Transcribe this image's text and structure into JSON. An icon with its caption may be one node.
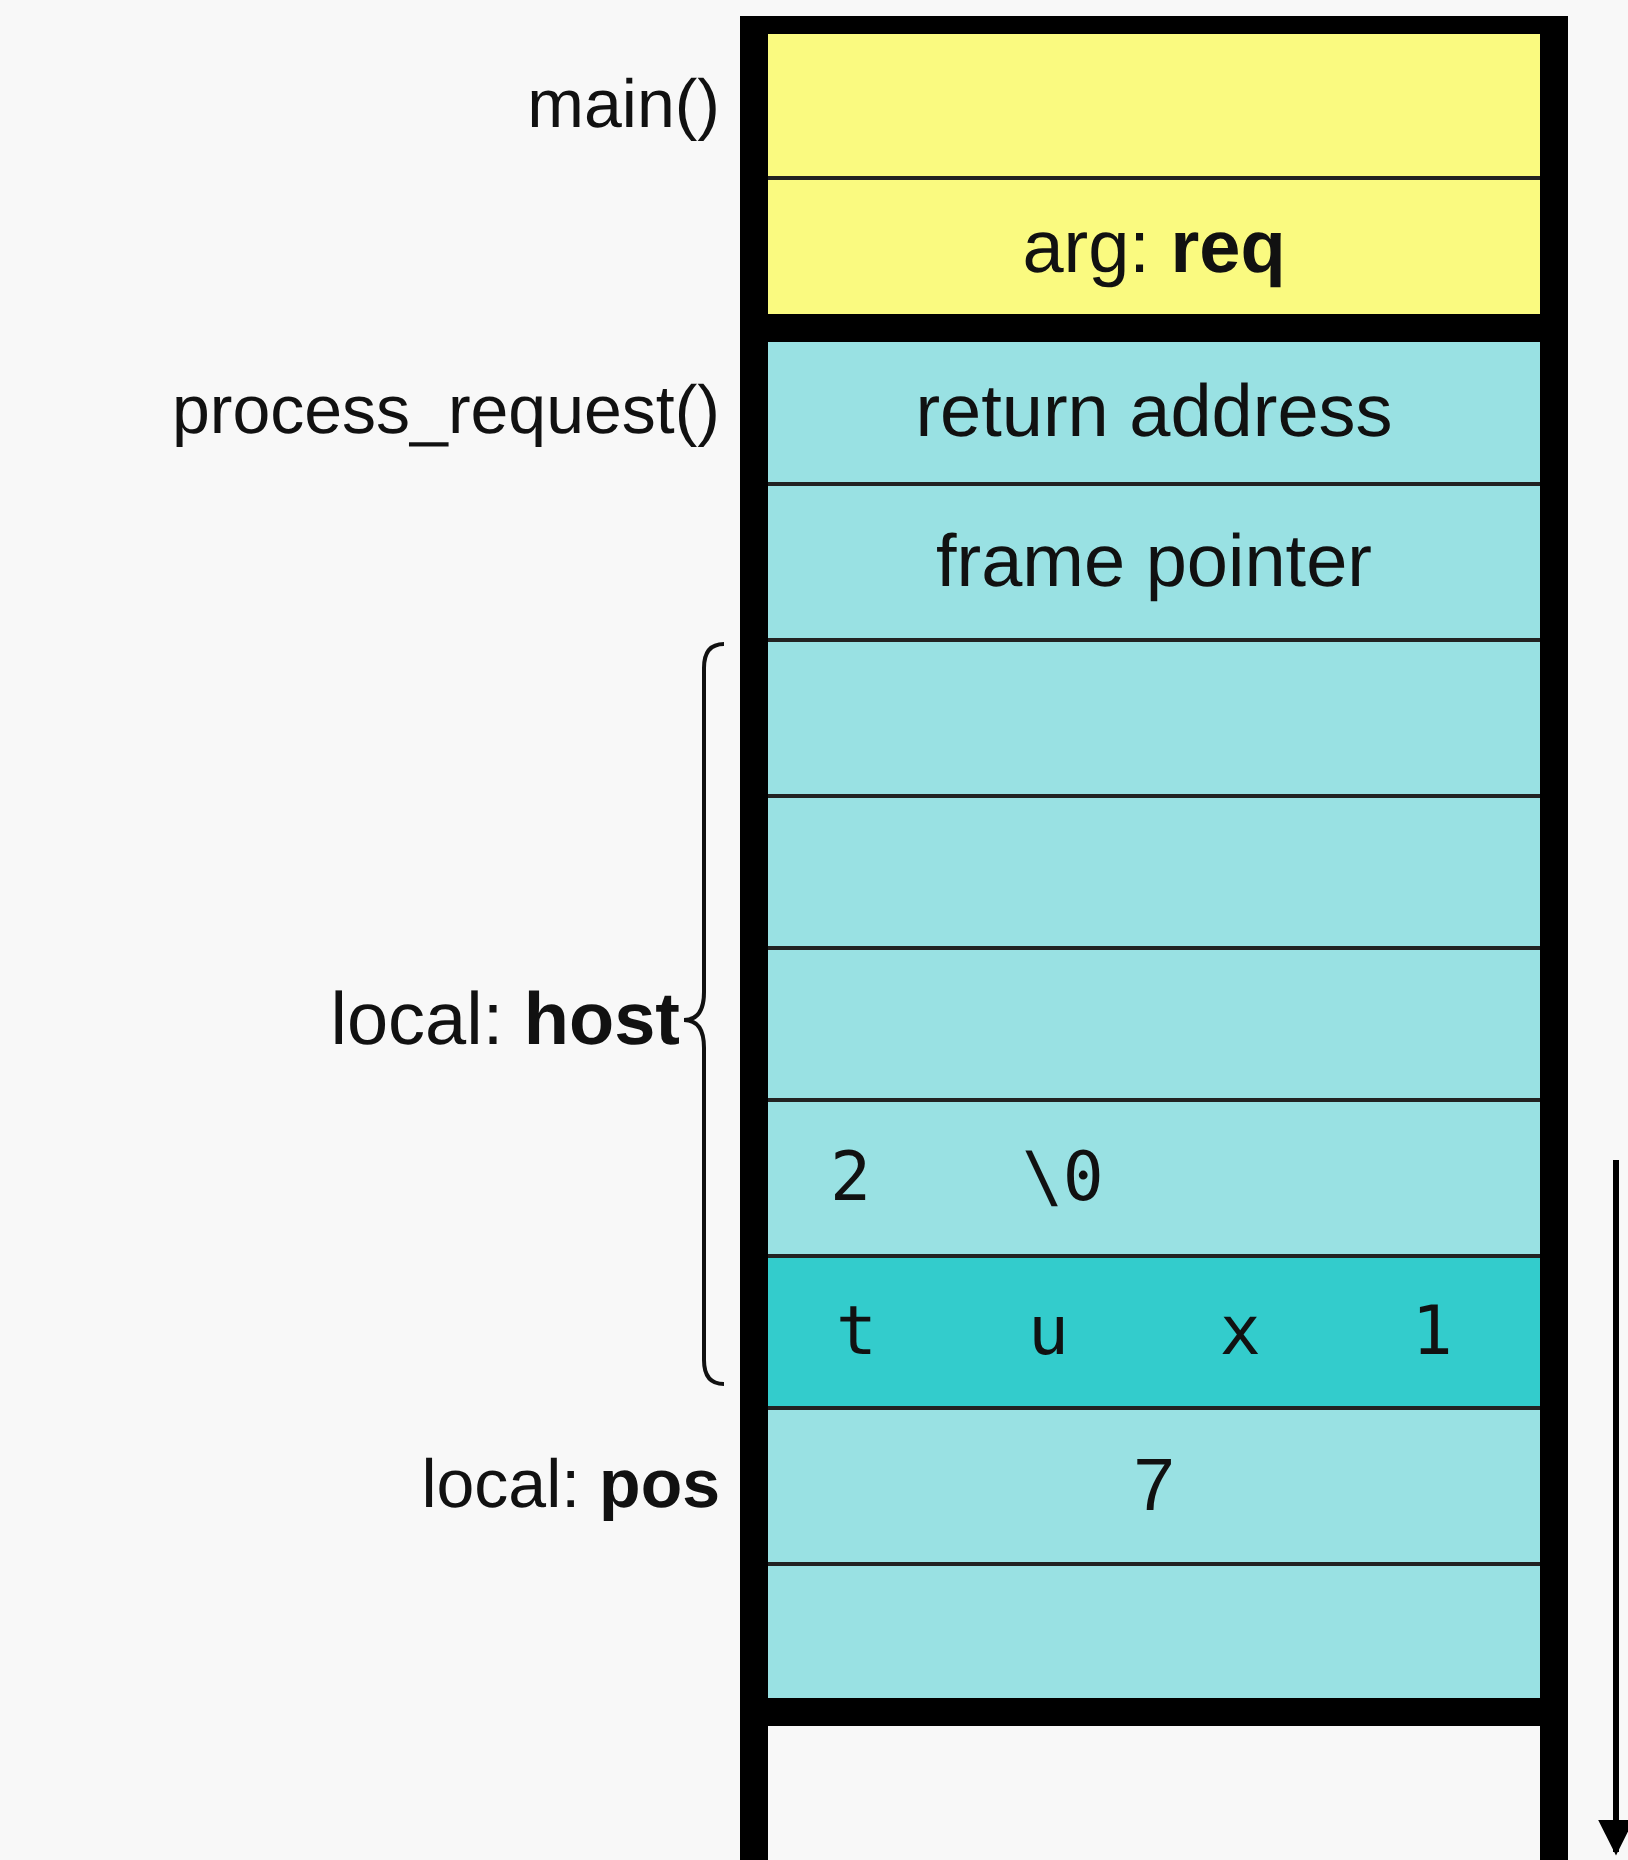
{
  "diagram": {
    "nodes": [
      {
        "text": [],
        "shape": "box",
        "beside": [
          "main()"
        ]
      },
      {
        "text": [
          "arg: **req**"
        ]
      },
      {
        "text": [
          "return address"
        ],
        "beside": [
          "process_request()"
        ]
      },
      {
        "text": [
          "frame pointer"
        ]
      },
      {
        "text": [],
        "shape": "box"
      },
      {
        "text": [],
        "shape": "box"
      },
      {
        "text": [],
        "shape": "box"
      },
      {
        "text": [
          "2 \\0"
        ]
      },
      {
        "text": [
          "t u x 1"
        ]
      },
      {
        "text": [
          "7"
        ],
        "beside": [
          "local: **pos**"
        ]
      },
      {
        "text": [],
        "shape": "box"
      }
    ],
    "labels": [
      "local: **host**"
    ]
  }
}
